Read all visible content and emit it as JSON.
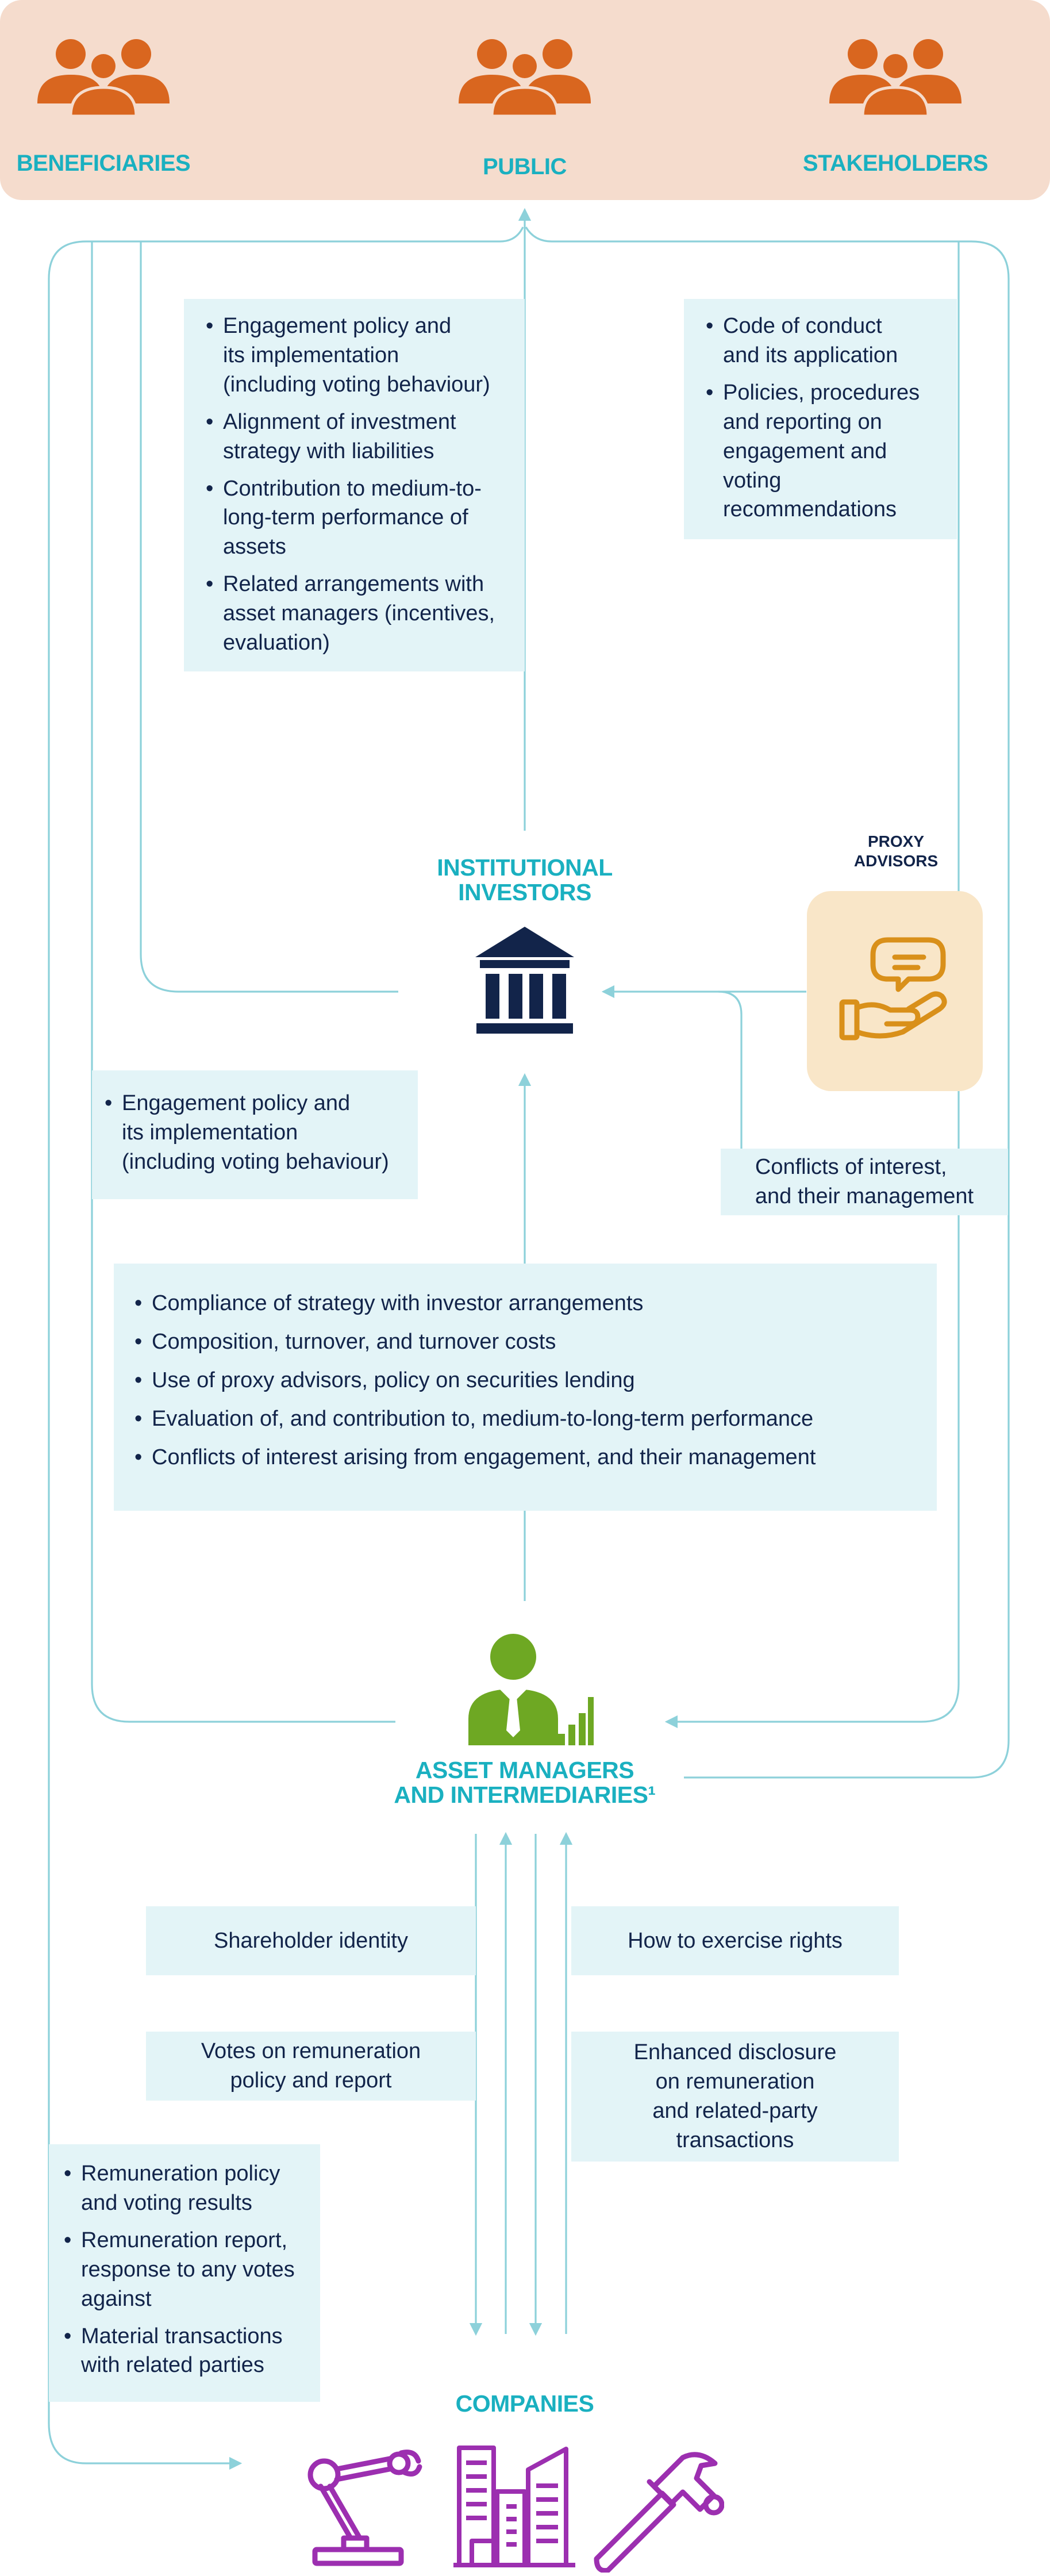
{
  "actors": {
    "beneficiaries": "BENEFICIARIES",
    "public": "PUBLIC",
    "stakeholders": "STAKEHOLDERS",
    "institutional_investors": "INSTITUTIONAL\nINVESTORS",
    "proxy_advisors": "PROXY\nADVISORS",
    "asset_managers": "ASSET MANAGERS\nAND INTERMEDIARIES¹",
    "companies": "COMPANIES"
  },
  "boxes": {
    "investor_disclosures": [
      "Engagement policy and\nits implementation\n(including voting behaviour)",
      "Alignment of investment\nstrategy with liabilities",
      "Contribution to medium-to-\nlong-term performance of\nassets",
      "Related arrangements with\nasset managers (incentives,\nevaluation)"
    ],
    "proxy_disclosures": [
      "Code of conduct\nand its application",
      "Policies, procedures\nand reporting on\nengagement and\nvoting\nrecommendations"
    ],
    "manager_public_disclosure": [
      "Engagement policy and\nits implementation\n(including voting behaviour)"
    ],
    "conflicts": "Conflicts of interest,\nand their management",
    "manager_to_investor": [
      "Compliance of strategy with investor arrangements",
      "Composition, turnover, and turnover costs",
      "Use of proxy advisors, policy on securities lending",
      "Evaluation of, and contribution to, medium-to-long-term performance",
      "Conflicts of interest arising from engagement, and their management"
    ],
    "shareholder_identity": "Shareholder identity",
    "how_to_exercise": "How to exercise rights",
    "votes_remuneration": "Votes on remuneration\npolicy and report",
    "enhanced_disclosure": "Enhanced disclosure\non remuneration\nand related-party\ntransactions",
    "company_disclosures": [
      "Remuneration policy\nand voting results",
      "Remuneration report,\nresponse to any votes\nagainst",
      "Material transactions\nwith related parties"
    ]
  },
  "colors": {
    "accent_teal": "#1ab0c0",
    "arrow": "#8dd1da",
    "box_fill": "#e3f4f7",
    "top_band": "#f5dccd",
    "people_icon": "#d9661f",
    "navy": "#12244a",
    "proxy_card": "#f9e6c8",
    "proxy_icon": "#d9901a",
    "manager_icon": "#6ea823",
    "companies_icon": "#9c2fb0"
  },
  "icons": {
    "beneficiaries": "people-group-icon",
    "public": "people-group-icon",
    "stakeholders": "people-group-icon",
    "institutional_investors": "bank-building-icon",
    "proxy_advisors": "hand-speech-bubble-icon",
    "asset_managers": "businessman-chart-icon",
    "companies": [
      "robot-arm-icon",
      "office-buildings-icon",
      "hammer-icon"
    ]
  }
}
